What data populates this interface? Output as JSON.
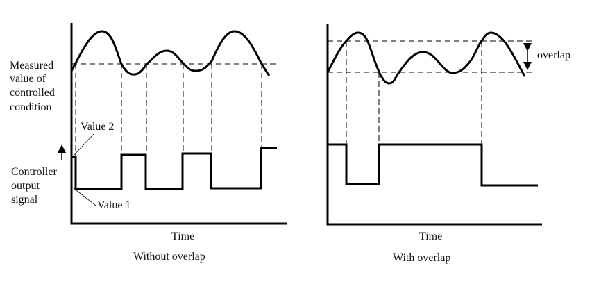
{
  "left_panel": {
    "y_label_top": [
      "Measured",
      "value of",
      "controlled",
      "condition"
    ],
    "y_label_bottom": [
      "Controller",
      "output",
      "signal"
    ],
    "value2_label": "Value 2",
    "value1_label": "Value 1",
    "x_label": "Time",
    "caption": "Without overlap"
  },
  "right_panel": {
    "overlap_label": "overlap",
    "x_label": "Time",
    "caption": "With overlap"
  }
}
